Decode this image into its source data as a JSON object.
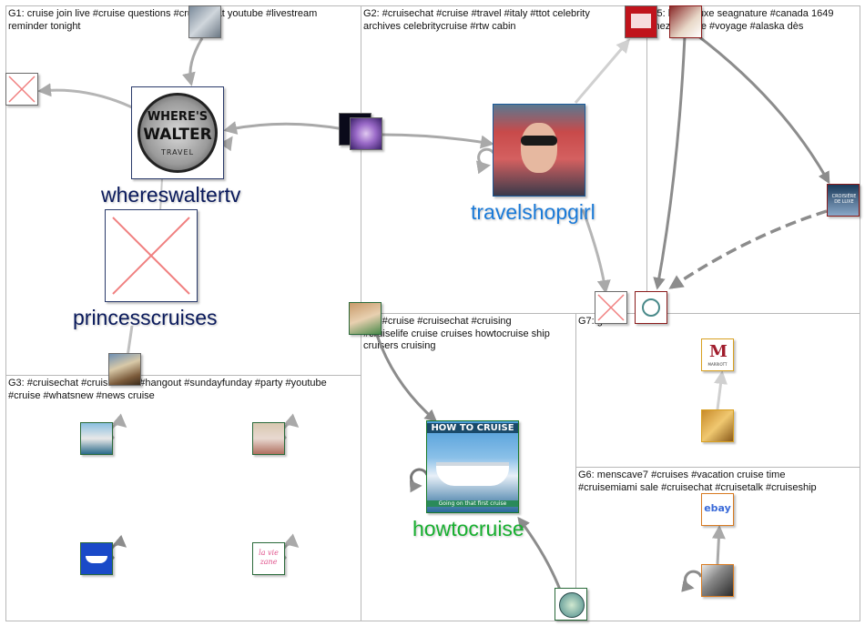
{
  "groups": [
    {
      "id": "G1",
      "label": "G1: cruise join live #cruise questions #cruisechat youtube #livestream\nreminder tonight"
    },
    {
      "id": "G2",
      "label": "G2: #cruisechat #cruise #travel #italy #ttot celebrity\narchives celebritycruise #rtw cabin"
    },
    {
      "id": "G5",
      "label": "G5: haut #luxe seagnature #canada 1649\nchez gamme #voyage #alaska dès"
    },
    {
      "id": "G3",
      "label": "G3: #cruisechat #cruisenews #hangout #sundayfunday #party #youtube\n#cruise #whatsnew #news cruise"
    },
    {
      "id": "G4",
      "label": "G4: #cruise #cruisechat #cruising\n#cruiselife cruise cruises howtocruise ship\ncruisers cruising"
    },
    {
      "id": "G7",
      "label": "G7: green"
    },
    {
      "id": "G6",
      "label": "G6: menscave7 #cruises #vacation cruise time\n#cruisemiami sale #cruisechat #cruisetalk #cruiseship"
    }
  ],
  "nodes": {
    "whereswaltertv": {
      "label": "whereswaltertv",
      "logo_line1": "WHERE'S",
      "logo_line2": "WALTER",
      "logo_line3": "TRAVEL",
      "label_color": "#0a1a5c"
    },
    "princesscruises": {
      "label": "princesscruises",
      "label_color": "#0a1a5c"
    },
    "travelshopgirl": {
      "label": "travelshopgirl",
      "label_color": "#1a7ad8"
    },
    "howtocruise": {
      "label": "howtocruise",
      "banner_top": "HOW TO CRUISE",
      "banner_bottom": "Going on that first cruise",
      "label_color": "#18b030"
    },
    "marriott": {
      "logo_text": "MARRIOTT"
    },
    "ebay": {
      "logo_text": "ebay"
    },
    "lavie": {
      "logo_text": "la vie zane"
    },
    "croisiere": {
      "logo_text": "CROISIÈRE DE LUXE"
    }
  },
  "colors": {
    "edge": "#a9a9a9",
    "edge_dark": "#888888",
    "broken_x": "#f08080"
  }
}
